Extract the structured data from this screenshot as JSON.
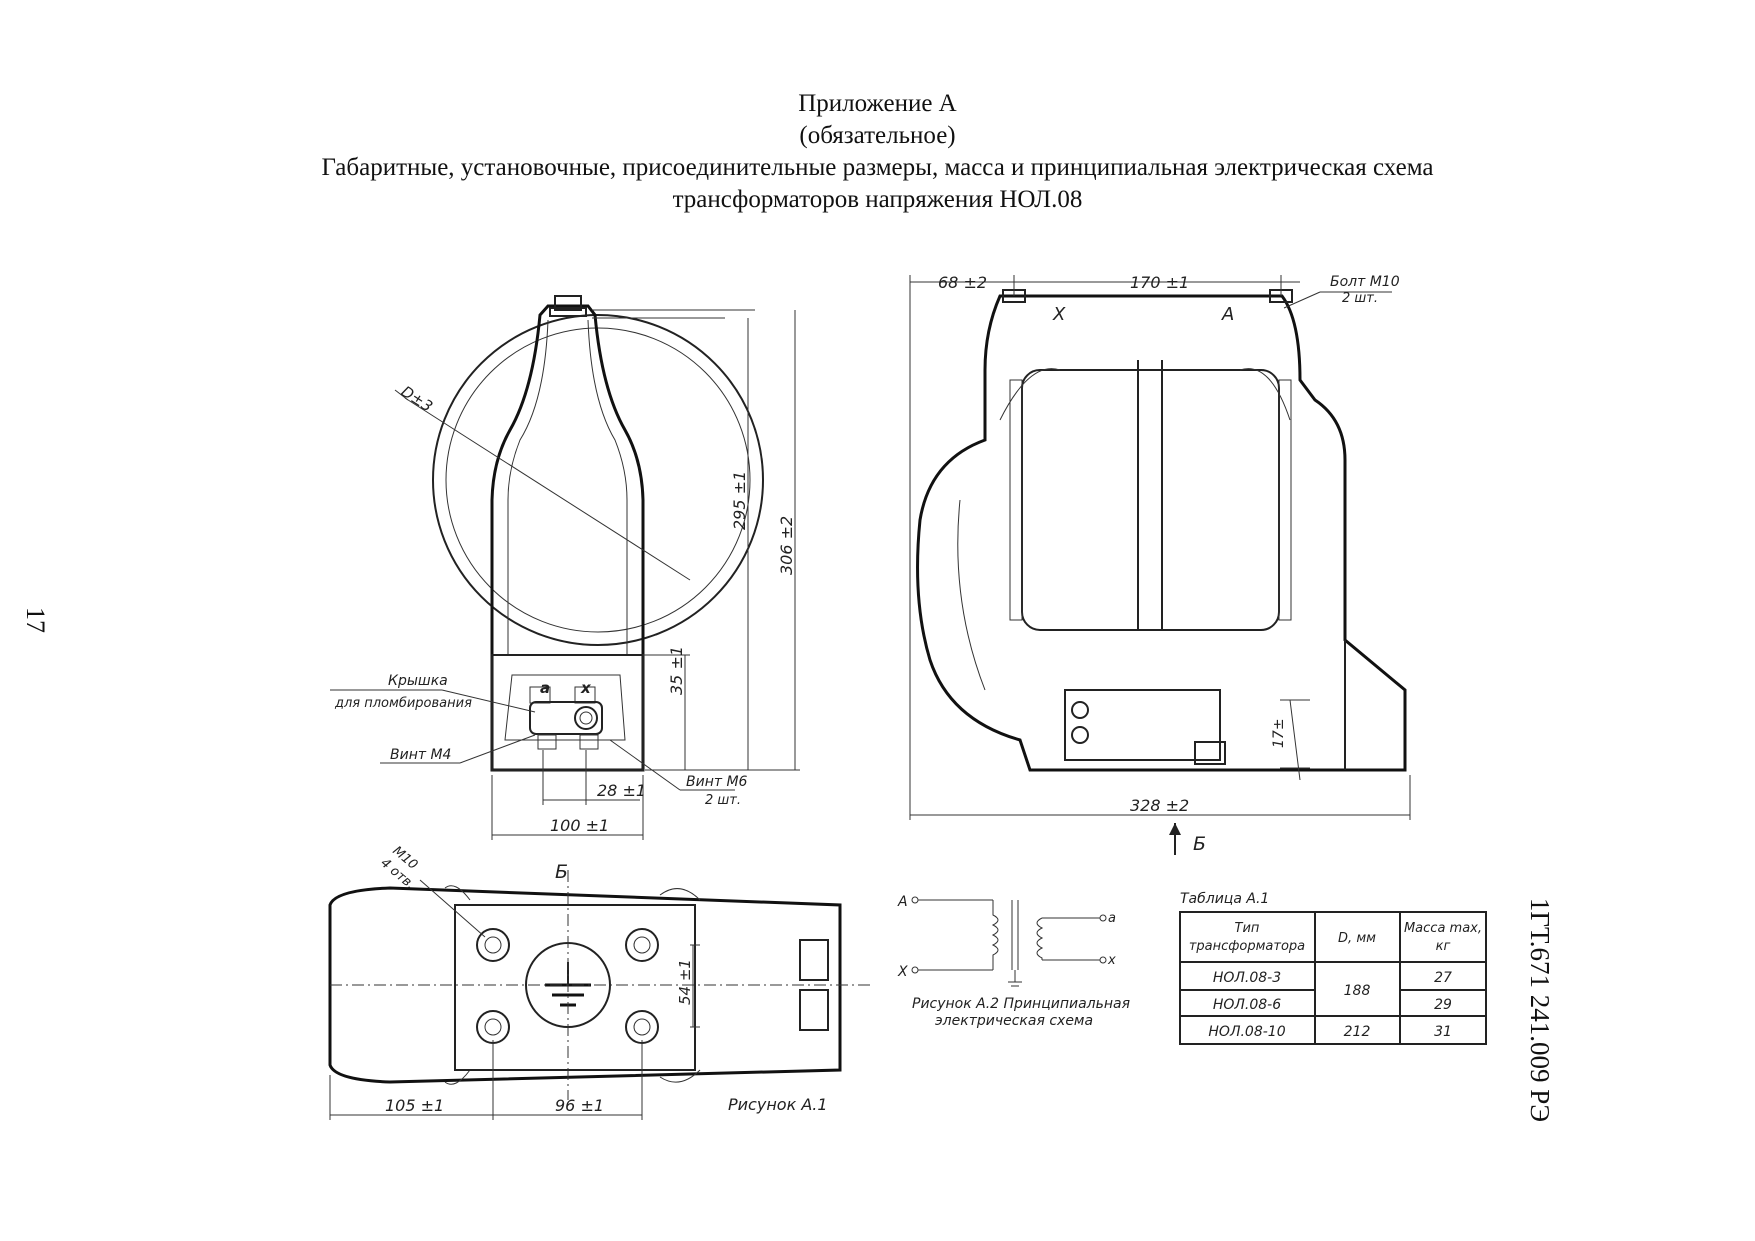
{
  "header": {
    "line1": "Приложение А",
    "line2": "(обязательное)",
    "line3": "Габаритные, установочные, присоединительные размеры, масса и принципиальная электрическая схема",
    "line4": "трансформаторов напряжения НОЛ.08"
  },
  "page_number": "17",
  "doc_code": "1ГТ.671 241.009 РЭ",
  "front_view": {
    "d_label": "D±3",
    "dim_295": "295 ±1",
    "dim_306": "306 ±2",
    "dim_35": "35 ±1",
    "dim_28": "28 ±1",
    "dim_100": "100 ±1",
    "terminal_a": "a",
    "terminal_x": "x",
    "label_cover_1": "Крышка",
    "label_cover_2": "для пломбирования",
    "label_screw_m4": "Винт М4",
    "label_screw_m6_1": "Винт М6",
    "label_screw_m6_2": "2 шт."
  },
  "side_view": {
    "dim_68": "68 ±2",
    "dim_170": "170 ±1",
    "label_x": "X",
    "label_a": "A",
    "label_bolt_1": "Болт М10",
    "label_bolt_2": "2 шт.",
    "dim_17": "17±",
    "dim_328": "328 ±2",
    "view_b": "Б"
  },
  "bottom_view": {
    "view_b": "Б",
    "label_m10_1": "М10",
    "label_m10_2": "4 отв.",
    "dim_54": "54 ±1",
    "dim_105": "105 ±1",
    "dim_96": "96 ±1",
    "caption": "Рисунок А.1"
  },
  "schematic": {
    "label_A": "A",
    "label_X": "X",
    "label_a": "a",
    "label_x": "x",
    "caption_1": "Рисунок А.2 Принципиальная",
    "caption_2": "электрическая схема"
  },
  "table": {
    "title": "Таблица А.1",
    "headers": [
      {
        "l1": "Тип",
        "l2": "трансформатора"
      },
      {
        "l1": "D, мм",
        "l2": ""
      },
      {
        "l1": "Масса max,",
        "l2": "кг"
      }
    ],
    "rows": [
      {
        "type": "НОЛ.08-3",
        "mass": "27"
      },
      {
        "type": "НОЛ.08-6",
        "mass": "29"
      },
      {
        "type": "НОЛ.08-10",
        "mass": "31"
      }
    ],
    "d_values": [
      "188",
      "212"
    ]
  }
}
